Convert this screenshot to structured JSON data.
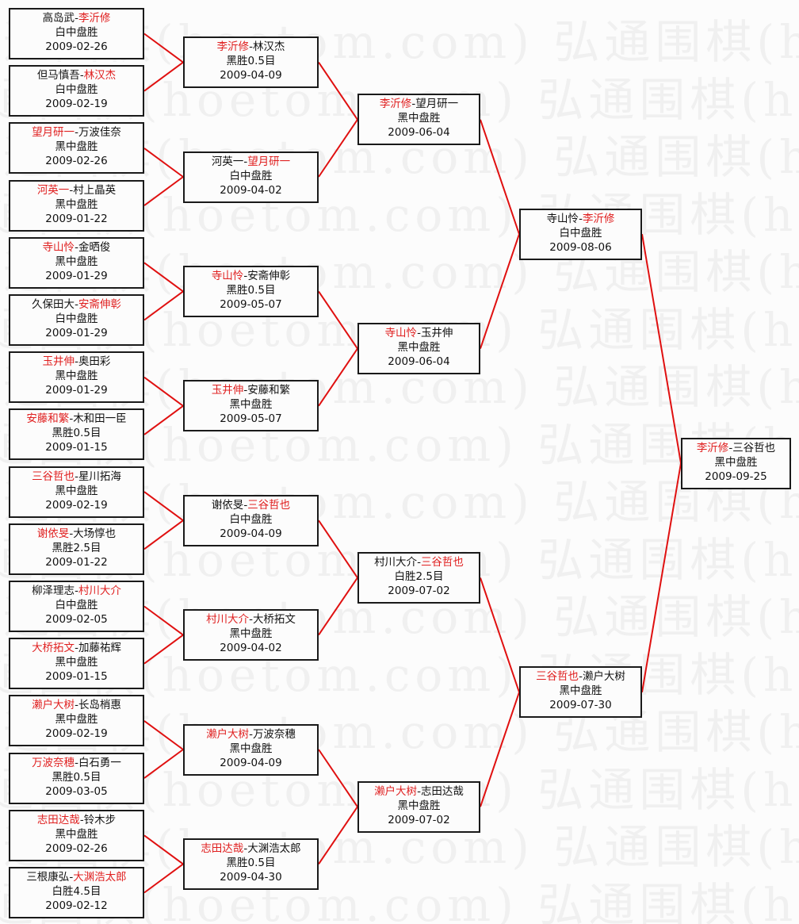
{
  "watermark": "弘通围棋(hoetom.com)",
  "colors": {
    "winner": "#e02020",
    "line": "#e01010",
    "border": "#1a1a1a"
  },
  "rounds": [
    {
      "name": "round-1",
      "matches": [
        {
          "black": "高岛武",
          "white": "李沂修",
          "winner": "white",
          "result": "白中盘胜",
          "date": "2009-02-26"
        },
        {
          "black": "但马慎吾",
          "white": "林汉杰",
          "winner": "white",
          "result": "白中盘胜",
          "date": "2009-02-19"
        },
        {
          "black": "望月研一",
          "white": "万波佳奈",
          "winner": "black",
          "result": "黑中盘胜",
          "date": "2009-02-26"
        },
        {
          "black": "河英一",
          "white": "村上晶英",
          "winner": "black",
          "result": "黑中盘胜",
          "date": "2009-01-22"
        },
        {
          "black": "寺山怜",
          "white": "金晒俊",
          "winner": "black",
          "result": "黑中盘胜",
          "date": "2009-01-29"
        },
        {
          "black": "久保田大",
          "white": "安斋伸彰",
          "winner": "white",
          "result": "白中盘胜",
          "date": "2009-01-29"
        },
        {
          "black": "玉井伸",
          "white": "奥田彩",
          "winner": "black",
          "result": "黑中盘胜",
          "date": "2009-01-29"
        },
        {
          "black": "安藤和繁",
          "white": "木和田一臣",
          "winner": "black",
          "result": "黑胜0.5目",
          "date": "2009-01-15"
        },
        {
          "black": "三谷哲也",
          "white": "星川拓海",
          "winner": "black",
          "result": "黑中盘胜",
          "date": "2009-02-19"
        },
        {
          "black": "谢依旻",
          "white": "大场惇也",
          "winner": "black",
          "result": "黑胜2.5目",
          "date": "2009-01-22"
        },
        {
          "black": "柳泽理志",
          "white": "村川大介",
          "winner": "white",
          "result": "白中盘胜",
          "date": "2009-02-05"
        },
        {
          "black": "大桥拓文",
          "white": "加藤祐辉",
          "winner": "black",
          "result": "黑中盘胜",
          "date": "2009-01-15"
        },
        {
          "black": "濑户大树",
          "white": "长岛梢惠",
          "winner": "black",
          "result": "黑中盘胜",
          "date": "2009-02-19"
        },
        {
          "black": "万波奈穗",
          "white": "白石勇一",
          "winner": "black",
          "result": "黑胜0.5目",
          "date": "2009-03-05"
        },
        {
          "black": "志田达哉",
          "white": "铃木步",
          "winner": "black",
          "result": "黑中盘胜",
          "date": "2009-02-26"
        },
        {
          "black": "三根康弘",
          "white": "大渊浩太郎",
          "winner": "white",
          "result": "白胜4.5目",
          "date": "2009-02-12"
        }
      ]
    },
    {
      "name": "round-2",
      "matches": [
        {
          "black": "李沂修",
          "white": "林汉杰",
          "winner": "black",
          "result": "黑胜0.5目",
          "date": "2009-04-09"
        },
        {
          "black": "河英一",
          "white": "望月研一",
          "winner": "white",
          "result": "白中盘胜",
          "date": "2009-04-02"
        },
        {
          "black": "寺山怜",
          "white": "安斋伸彰",
          "winner": "black",
          "result": "黑胜0.5目",
          "date": "2009-05-07"
        },
        {
          "black": "玉井伸",
          "white": "安藤和繁",
          "winner": "black",
          "result": "黑中盘胜",
          "date": "2009-05-07"
        },
        {
          "black": "谢依旻",
          "white": "三谷哲也",
          "winner": "white",
          "result": "白中盘胜",
          "date": "2009-04-09"
        },
        {
          "black": "村川大介",
          "white": "大桥拓文",
          "winner": "black",
          "result": "黑中盘胜",
          "date": "2009-04-02"
        },
        {
          "black": "濑户大树",
          "white": "万波奈穗",
          "winner": "black",
          "result": "黑中盘胜",
          "date": "2009-04-09"
        },
        {
          "black": "志田达哉",
          "white": "大渊浩太郎",
          "winner": "black",
          "result": "黑胜0.5目",
          "date": "2009-04-30"
        }
      ]
    },
    {
      "name": "round-3",
      "matches": [
        {
          "black": "李沂修",
          "white": "望月研一",
          "winner": "black",
          "result": "黑中盘胜",
          "date": "2009-06-04"
        },
        {
          "black": "寺山怜",
          "white": "玉井伸",
          "winner": "black",
          "result": "黑中盘胜",
          "date": "2009-06-04"
        },
        {
          "black": "村川大介",
          "white": "三谷哲也",
          "winner": "white",
          "result": "白胜2.5目",
          "date": "2009-07-02"
        },
        {
          "black": "濑户大树",
          "white": "志田达哉",
          "winner": "black",
          "result": "黑中盘胜",
          "date": "2009-07-02"
        }
      ]
    },
    {
      "name": "semifinal",
      "matches": [
        {
          "black": "寺山怜",
          "white": "李沂修",
          "winner": "white",
          "result": "白中盘胜",
          "date": "2009-08-06"
        },
        {
          "black": "三谷哲也",
          "white": "濑户大树",
          "winner": "black",
          "result": "黑中盘胜",
          "date": "2009-07-30"
        }
      ]
    },
    {
      "name": "final",
      "matches": [
        {
          "black": "李沂修",
          "white": "三谷哲也",
          "winner": "black",
          "result": "黑中盘胜",
          "date": "2009-09-25"
        }
      ]
    }
  ]
}
